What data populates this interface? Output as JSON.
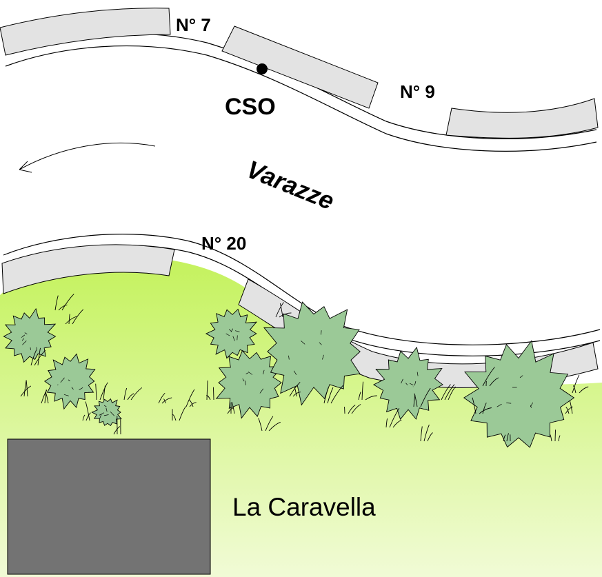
{
  "map": {
    "street_name": "Varazze",
    "point_label": "CSO",
    "place_name": "La Caravella",
    "house_numbers": [
      "N° 7",
      "N° 9",
      "N° 20"
    ]
  },
  "colors": {
    "background": "#ffffff",
    "building_fill": "#e3e3e3",
    "lot_fill": "#737373",
    "green_area_top": "#c4f25c",
    "green_area_bottom": "#f1fbd6",
    "shrub_fill": "#9bc997",
    "line": "#000000"
  }
}
